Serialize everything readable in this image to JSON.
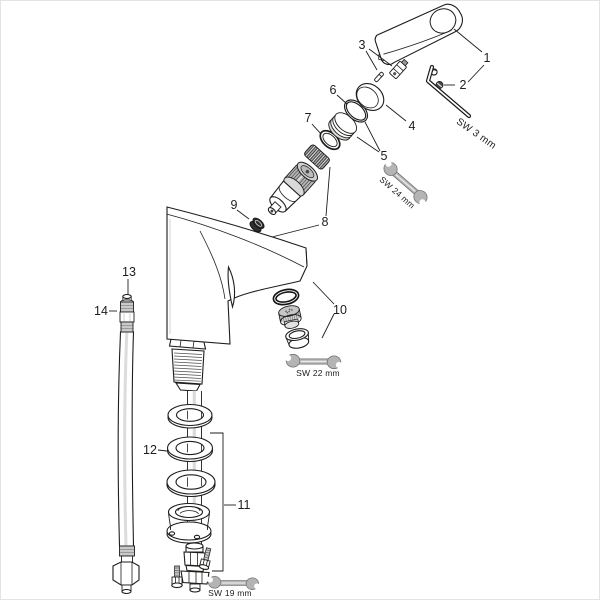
{
  "diagram": {
    "part_labels": [
      "1",
      "2",
      "3",
      "4",
      "5",
      "6",
      "7",
      "8",
      "9",
      "10",
      "11",
      "12",
      "13",
      "14"
    ],
    "tool_labels": {
      "allen_key": "SW 3 mm",
      "wrench_24": "SW 24 mm",
      "wrench_22": "SW 22 mm",
      "wrench_19": "SW 19 mm"
    },
    "colors": {
      "background": "#ffffff",
      "line": "#1d1d1b",
      "metal_gray": "#b4b4b4"
    }
  }
}
